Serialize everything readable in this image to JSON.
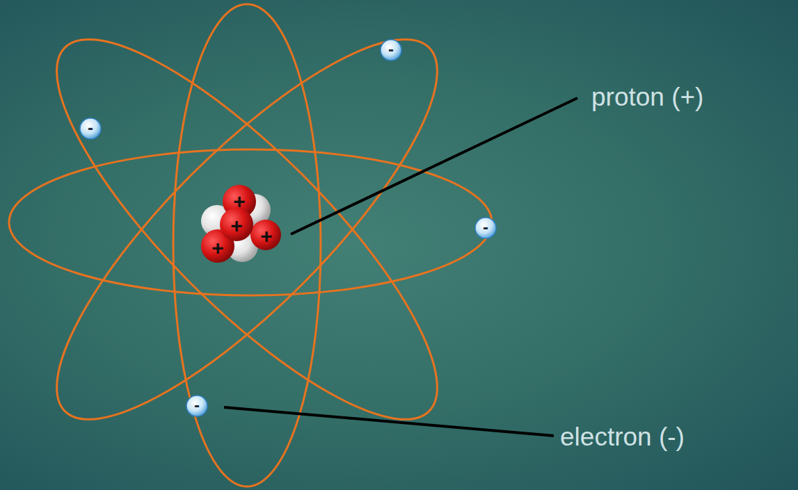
{
  "diagram": {
    "labels": [
      "+",
      "+",
      "+",
      "+",
      "-",
      "-",
      "-",
      "-",
      "proton (+)",
      "electron (-)"
    ]
  }
}
